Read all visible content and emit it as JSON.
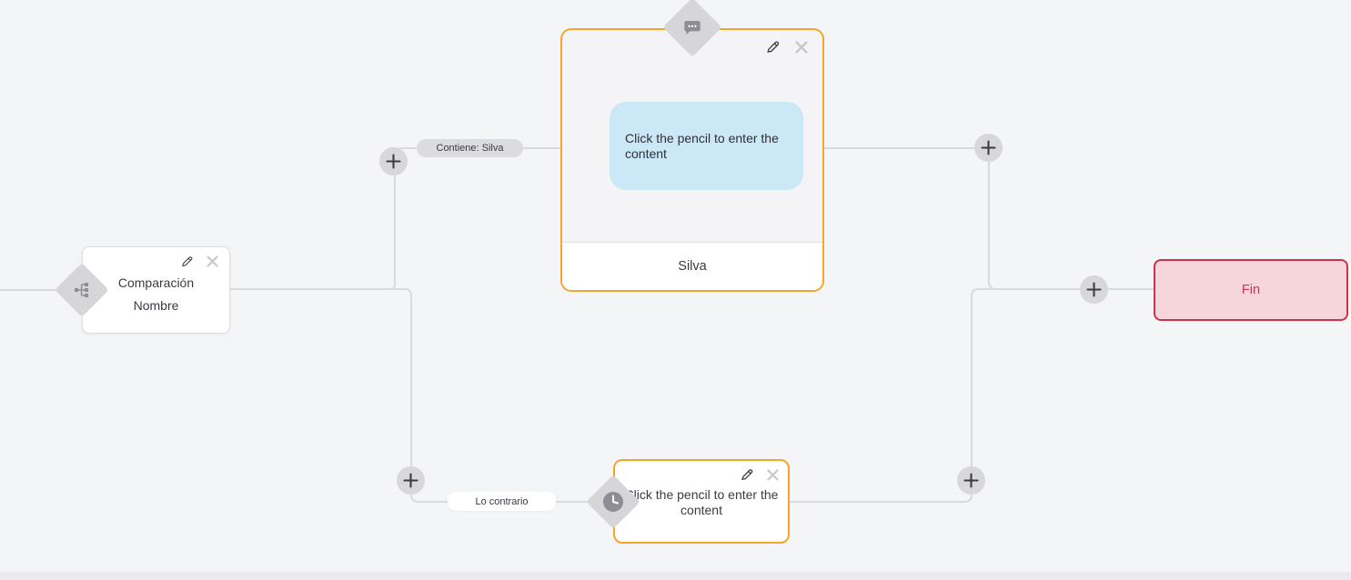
{
  "canvas": {
    "background_color": "#f4f5f7",
    "edge_color": "#d9d9de",
    "accent_orange": "#f5a42c",
    "accent_red": "#c9344e",
    "bubble_blue": "#cbe8f6"
  },
  "nodes": {
    "condition": {
      "title_lines": [
        "Comparación",
        "Nombre"
      ]
    },
    "message": {
      "bubble_text": "Click the pencil to enter the content",
      "footer_label": "Silva"
    },
    "action": {
      "text": "Click the pencil to enter the content"
    },
    "end": {
      "label": "Fin"
    }
  },
  "edges": {
    "contains_label": "Contiene: Silva",
    "otherwise_label": "Lo contrario"
  },
  "icons": {
    "condition_diamond": "branch-icon",
    "message_diamond": "chat-bubble-icon",
    "action_diamond": "clock-icon",
    "edit": "pencil-icon",
    "delete": "close-icon",
    "add": "plus-icon"
  }
}
